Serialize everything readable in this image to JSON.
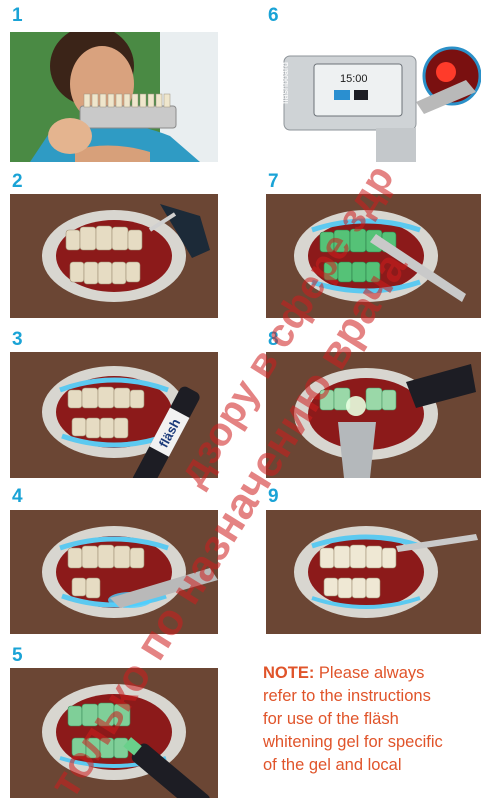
{
  "steps": [
    {
      "number": "1"
    },
    {
      "number": "2"
    },
    {
      "number": "3"
    },
    {
      "number": "4"
    },
    {
      "number": "5"
    },
    {
      "number": "6"
    },
    {
      "number": "7"
    },
    {
      "number": "8"
    },
    {
      "number": "9"
    }
  ],
  "device": {
    "brand": "flashboard",
    "time": "15:00"
  },
  "pen_label": "fläsh",
  "note": {
    "label": "NOTE:",
    "line1": " Please always",
    "line2": "refer to the instructions",
    "line3": "for use of the fläsh",
    "line4": "whitening gel for specific",
    "line5": "of the gel and local"
  },
  "watermark": {
    "text1": "только по назначению врача",
    "text2": "дзору в сфере здр"
  },
  "colors": {
    "step_number": "#1aa3d6",
    "note_text": "#e0542a",
    "watermark": "#cc1e1e"
  }
}
